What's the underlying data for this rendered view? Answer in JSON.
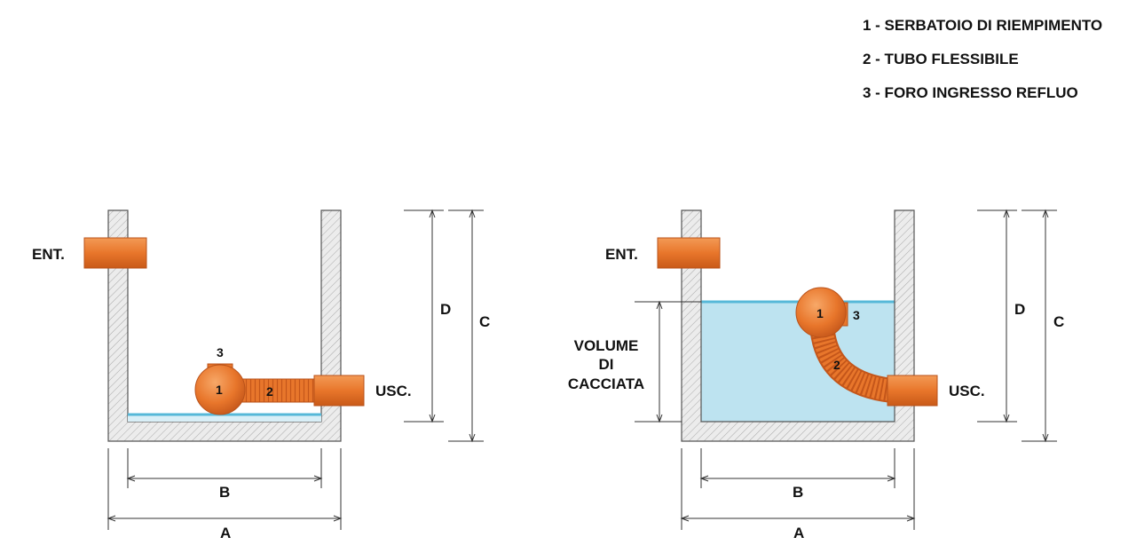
{
  "legend": [
    "1 - SERBATOIO DI RIEMPIMENTO",
    "2 - TUBO FLESSIBILE",
    "3 - FORO INGRESSO REFLUO"
  ],
  "left": {
    "inlet": "ENT.",
    "outlet": "USC.",
    "dims": {
      "a": "A",
      "b": "B",
      "c": "C",
      "d": "D"
    },
    "parts": {
      "tank": "1",
      "hose": "2",
      "hole": "3"
    }
  },
  "right": {
    "inlet": "ENT.",
    "outlet": "USC.",
    "dims": {
      "a": "A",
      "b": "B",
      "c": "C",
      "d": "D"
    },
    "parts": {
      "tank": "1",
      "hose": "2",
      "hole": "3"
    },
    "volume_label": [
      "VOLUME",
      "DI",
      "CACCIATA"
    ]
  },
  "colors": {
    "pipe": "#e8762b",
    "pipe_dark": "#c4561a",
    "water": "#bde3f0",
    "water_line": "#56b8d8",
    "wall_fill": "#e4e4e4",
    "wall_stroke": "#555555"
  }
}
